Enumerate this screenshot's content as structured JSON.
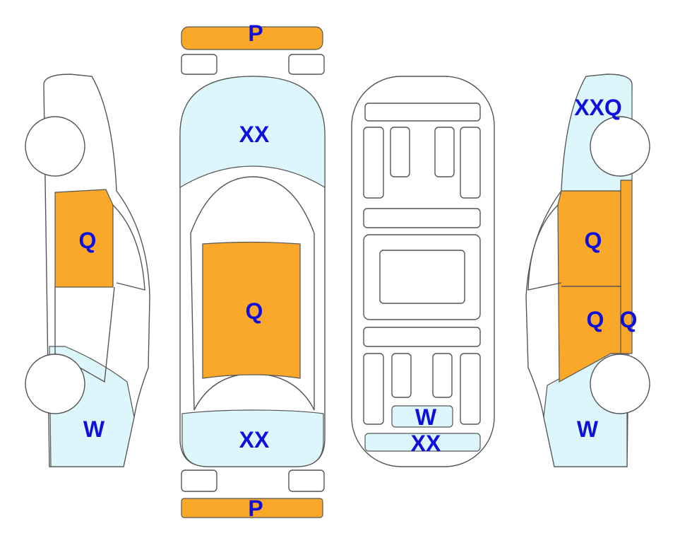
{
  "colors": {
    "damage_orange": "#F9A82A",
    "damage_blue": "#DDF6FC",
    "label_blue": "#1010DD"
  },
  "views": {
    "left_side": {
      "door": "Q",
      "rear_lower": "W"
    },
    "top": {
      "front_bumper": "P",
      "hood": "XX",
      "roof": "Q",
      "trunk": "XX",
      "rear_bumper": "P"
    },
    "underside": {
      "rear_panel": "W",
      "rear_bumper": "XX"
    },
    "right_side": {
      "front_fender": "XXQ",
      "front_door": "Q",
      "rear_door": "Q",
      "pillar": "Q",
      "rear_lower": "W"
    }
  }
}
